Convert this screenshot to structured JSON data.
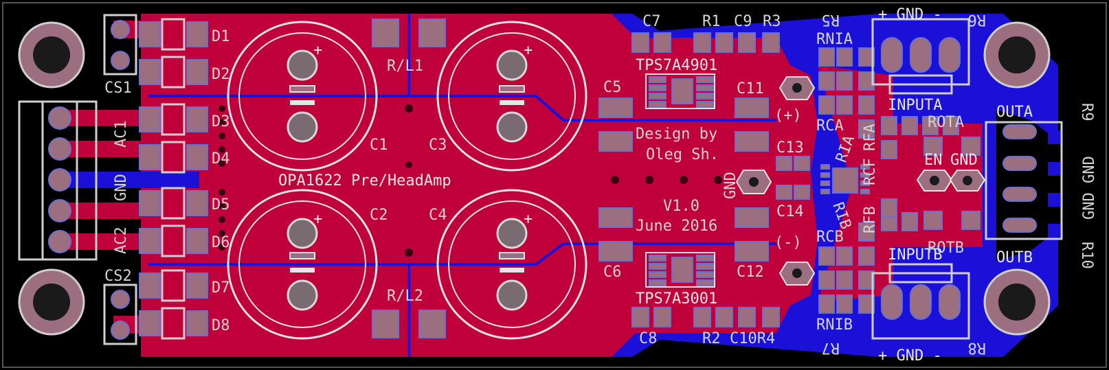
{
  "board": {
    "colors": {
      "background": "#000000",
      "top_copper": "#c0003a",
      "bottom_copper": "#1a10d8",
      "pad": "#9b6f7f",
      "silkscreen": "#d4d4d4"
    }
  },
  "labels": {
    "d1": "D1",
    "d2": "D2",
    "d3": "D3",
    "d4": "D4",
    "d5": "D5",
    "d6": "D6",
    "d7": "D7",
    "d8": "D8",
    "cs1": "CS1",
    "cs2": "CS2",
    "ac1": "AC1",
    "gnd": "GND",
    "ac2": "AC2",
    "c1": "C1",
    "c2": "C2",
    "c3": "C3",
    "c4": "C4",
    "c5": "C5",
    "c6": "C6",
    "c7": "C7",
    "c8": "C8",
    "c9": "C9",
    "c10r4": "C10R4",
    "c11": "C11",
    "c12": "C12",
    "c13": "C13",
    "c14": "C14",
    "r1": "R1",
    "r2": "R2",
    "r3": "R3",
    "rl1": "R/L1",
    "rl2": "R/L2",
    "tps1": "TPS7A4901",
    "tps2": "TPS7A3001",
    "title": "OPA1622 Pre/HeadAmp",
    "design1": "Design by",
    "design2": "Oleg Sh.",
    "version": "V1.0",
    "date": "June 2016",
    "gnd_test": "GND",
    "plus": "(+)",
    "minus": "(-)",
    "rnia": "RNIA",
    "rnib": "RNIB",
    "rca": "RCA",
    "rcb": "RCB",
    "rfa": "RFA",
    "rfb": "RFB",
    "rcf": "RCF",
    "ria": "RIA",
    "rib": "RIB",
    "input_a": "INPUTA",
    "input_b": "INPUTB",
    "pgnd_top": "+ GND -",
    "pgnd_bot": "+ GND -",
    "rota": "ROTA",
    "rotb": "ROTB",
    "en": "EN",
    "gnd2": "GND",
    "outa": "OUTA",
    "outb": "OUTB",
    "gnd_gnd": "GND GND",
    "r5": "R5",
    "r6": "R6",
    "r7": "R7",
    "r8": "R8",
    "r9": "R9",
    "r10": "R10"
  }
}
